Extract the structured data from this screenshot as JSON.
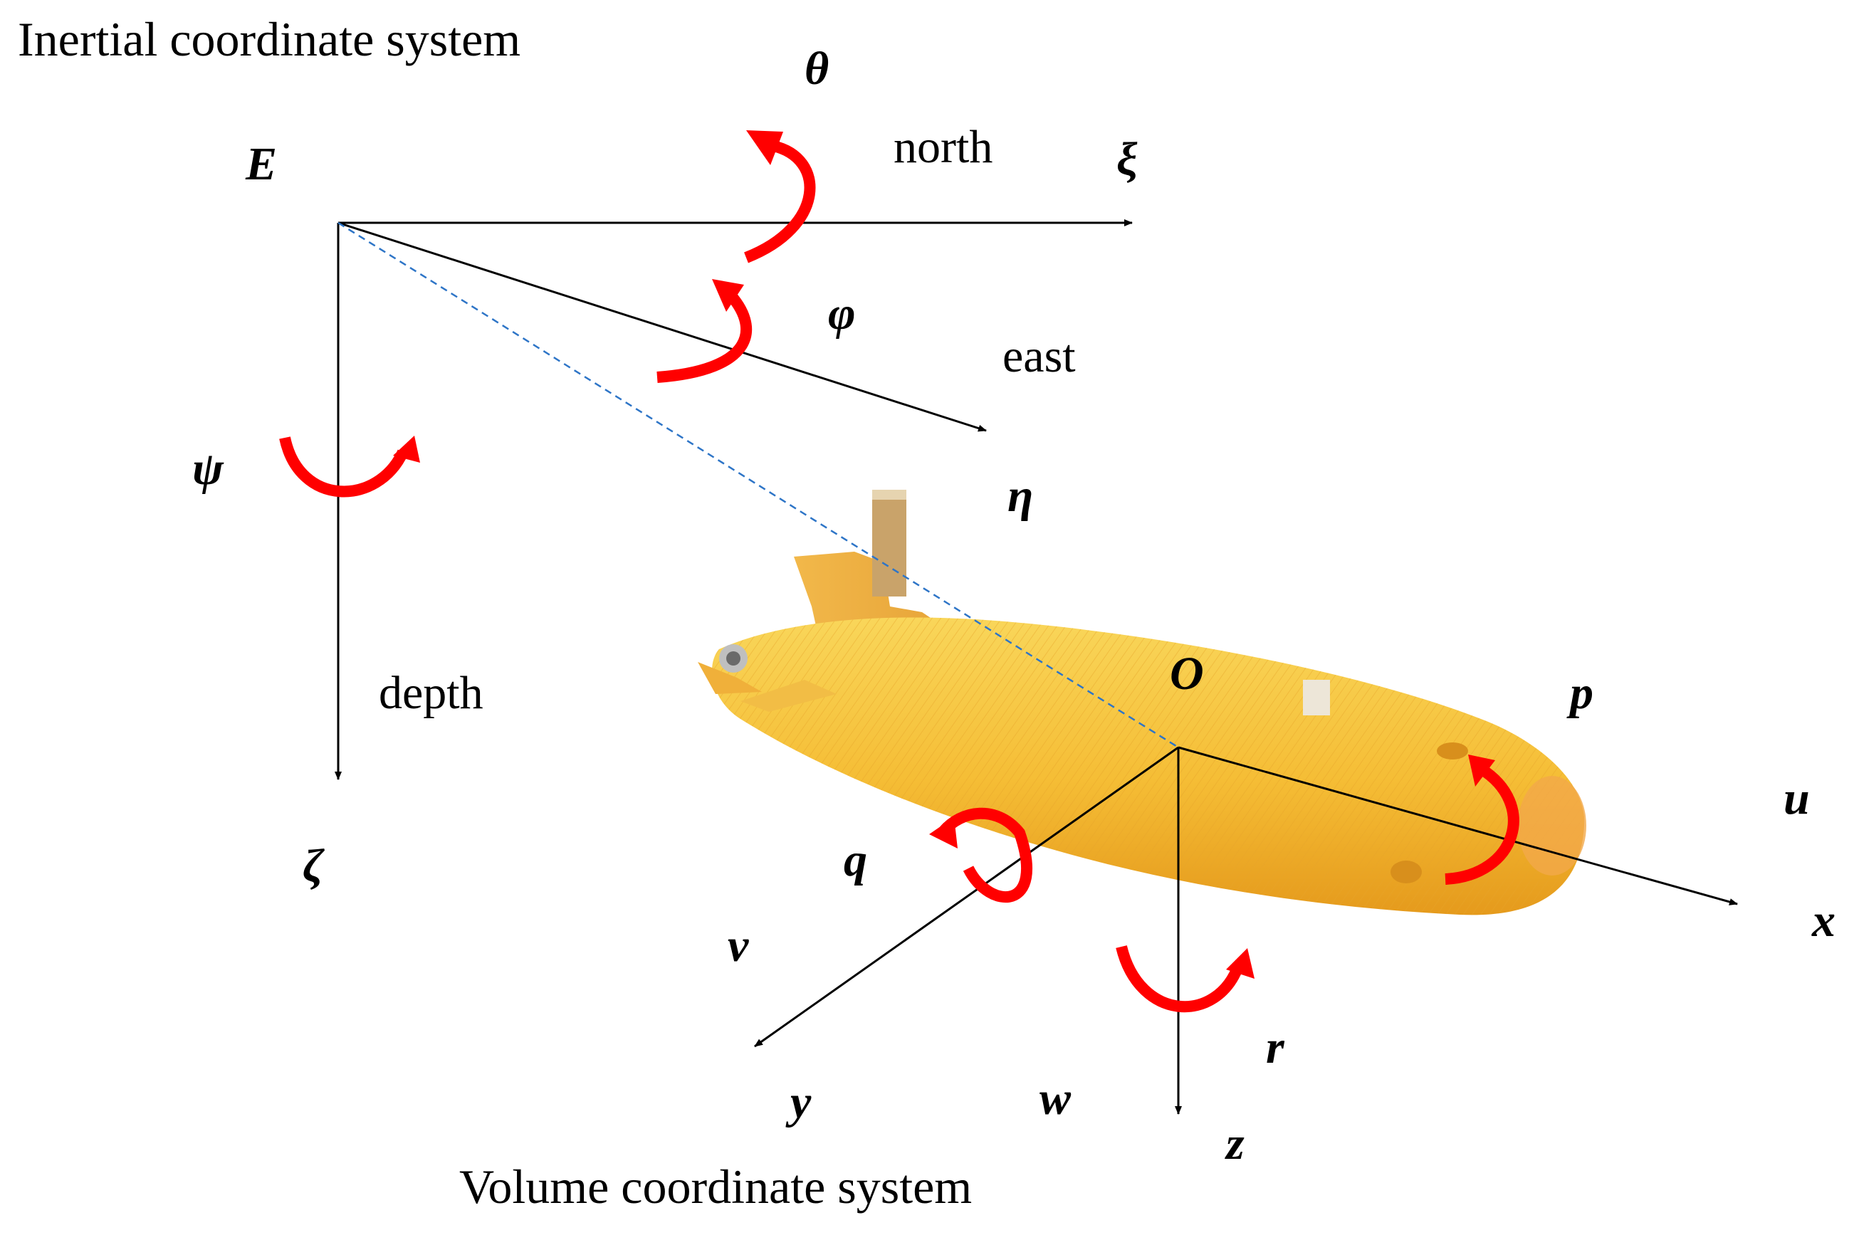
{
  "titles": {
    "inertial": "Inertial coordinate system",
    "volume": "Volume coordinate system"
  },
  "inertial_frame": {
    "origin": "E",
    "axes": {
      "xi": {
        "symbol": "ξ",
        "direction": "north"
      },
      "eta": {
        "symbol": "η",
        "direction": "east"
      },
      "zeta": {
        "symbol": "ζ",
        "direction": "depth"
      }
    },
    "rotations": {
      "roll": "φ",
      "pitch": "θ",
      "yaw": "ψ"
    }
  },
  "body_frame": {
    "origin": "O",
    "axes": {
      "x": "x",
      "y": "y",
      "z": "z"
    },
    "velocities": {
      "surge": "u",
      "sway": "v",
      "heave": "w"
    },
    "angular_rates": {
      "roll": "p",
      "pitch": "q",
      "yaw": "r"
    }
  },
  "colors": {
    "axes": "#000000",
    "rotation_arrows": "#ff0000",
    "position_vector": "#2e75c7",
    "vehicle_body": "#f7c23a"
  },
  "icons": [
    "auv-vehicle-icon",
    "rotation-arrow-icon"
  ]
}
